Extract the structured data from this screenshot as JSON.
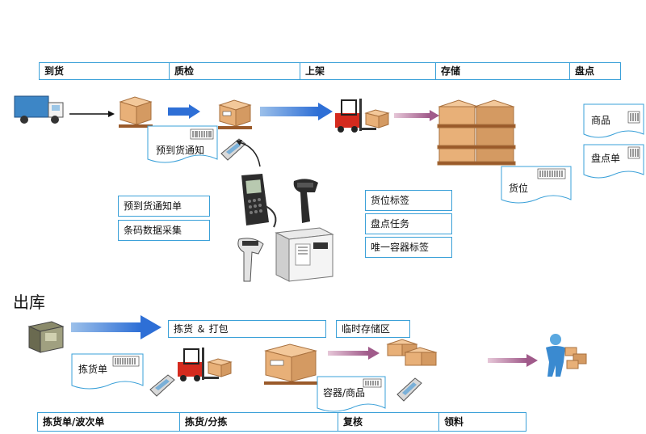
{
  "inbound": {
    "stages": [
      "到货",
      "质检",
      "上架",
      "存储",
      "盘点"
    ],
    "docs": {
      "advance_notice": "预到货通知",
      "location": "货位",
      "goods": "商品",
      "count_sheet": "盘点单"
    },
    "label_boxes_left": [
      "预到货通知单",
      "条码数据采集"
    ],
    "label_boxes_right": [
      "货位标签",
      "盘点任务",
      "唯一容器标签"
    ]
  },
  "outbound": {
    "title": "出库",
    "pick_pack": "拣货 ＆ 打包",
    "temp_storage": "临时存储区",
    "docs": {
      "pick_list": "拣货单",
      "container_goods": "容器/商品"
    },
    "stages": [
      "拣货单/波次单",
      "拣货/分拣",
      "复核",
      "领料"
    ]
  },
  "colors": {
    "border_blue": "#3aa0d8",
    "arrow_blue": "#2e6fd6",
    "arrow_purple": "#a05a8a",
    "box_tan": "#e8b078",
    "forklift_red": "#d42a1e"
  }
}
